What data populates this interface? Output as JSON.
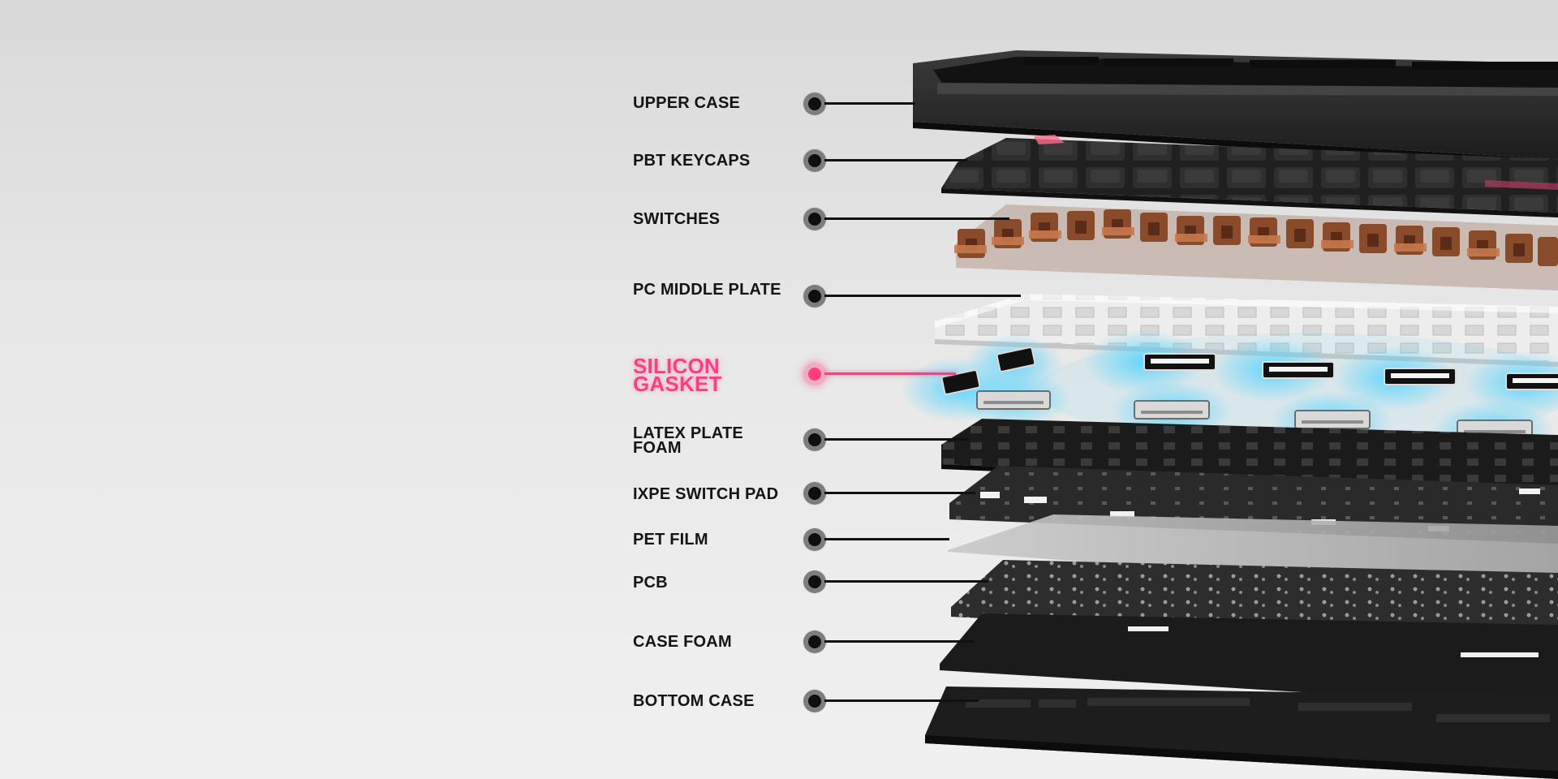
{
  "layers": [
    {
      "id": "upper-case",
      "label": "UPPER CASE"
    },
    {
      "id": "pbt-keycaps",
      "label": "PBT KEYCAPS"
    },
    {
      "id": "switches",
      "label": "SWITCHES"
    },
    {
      "id": "pc-middle-plate",
      "label": "PC MIDDLE PLATE"
    },
    {
      "id": "silicon-gasket",
      "label": "SILICON\nGASKET",
      "highlight": true
    },
    {
      "id": "latex-plate-foam",
      "label": "LATEX PLATE\nFOAM"
    },
    {
      "id": "ixpe-switch-pad",
      "label": "IXPE SWITCH PAD"
    },
    {
      "id": "pet-film",
      "label": "PET FILM"
    },
    {
      "id": "pcb",
      "label": "PCB"
    },
    {
      "id": "case-foam",
      "label": "CASE FOAM"
    },
    {
      "id": "bottom-case",
      "label": "BOTTOM CASE"
    }
  ],
  "colors": {
    "highlight": "#ff3d7f",
    "text": "#141414",
    "pin_outer": "#7d7d7d",
    "pin_inner": "#0f0f0f",
    "gasket_glow": "#4fd3ff",
    "switch_brown": "#8a4b2b"
  }
}
